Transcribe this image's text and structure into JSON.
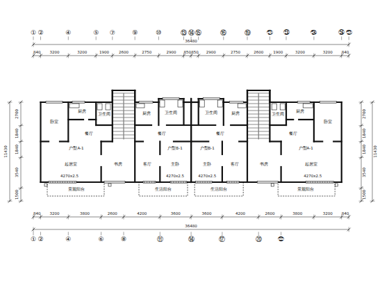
{
  "diagram": {
    "labels": [
      "①",
      "②",
      "④",
      "⑤",
      "⑦",
      "⑨",
      "⑩",
      "⑬",
      "⑭",
      "⑮",
      "⑯",
      "⑲",
      "㉑",
      "㉓",
      "㉔",
      "㉖",
      "㉗",
      "840",
      "3200",
      "3200",
      "1900",
      "2600",
      "2750",
      "2900",
      "850",
      "850",
      "2900",
      "2750",
      "2600",
      "1900",
      "3200",
      "3200",
      "840",
      "36480",
      "840",
      "3200",
      "3800",
      "2600",
      "4200",
      "3600",
      "3600",
      "4200",
      "2600",
      "3800",
      "3200",
      "840",
      "36480",
      "①",
      "②",
      "④",
      "⑥",
      "⑧",
      "⑪",
      "⑭",
      "⑰",
      "⑳",
      "㉒",
      "2700",
      "1840",
      "1840",
      "3540",
      "1500",
      "11430",
      "2700",
      "1840",
      "1840",
      "3540",
      "1500",
      "11430",
      "卧室",
      "厨房",
      "卫生间",
      "餐厅",
      "户型A-1",
      "起居室",
      "书房",
      "4270x2.5",
      "景观阳台",
      "厨房",
      "卫生间",
      "餐厅",
      "户型B-1",
      "客厅",
      "主卧",
      "4270x2.5",
      "生活阳台",
      "卧室",
      "厨房",
      "卫生间",
      "餐厅",
      "户型A-1",
      "起居室",
      "书房",
      "4270x2.5",
      "景观阳台",
      "厨房",
      "卫生间",
      "餐厅",
      "户型B-1",
      "客厅",
      "主卧",
      "4270x2.5",
      "生活阳台"
    ]
  }
}
